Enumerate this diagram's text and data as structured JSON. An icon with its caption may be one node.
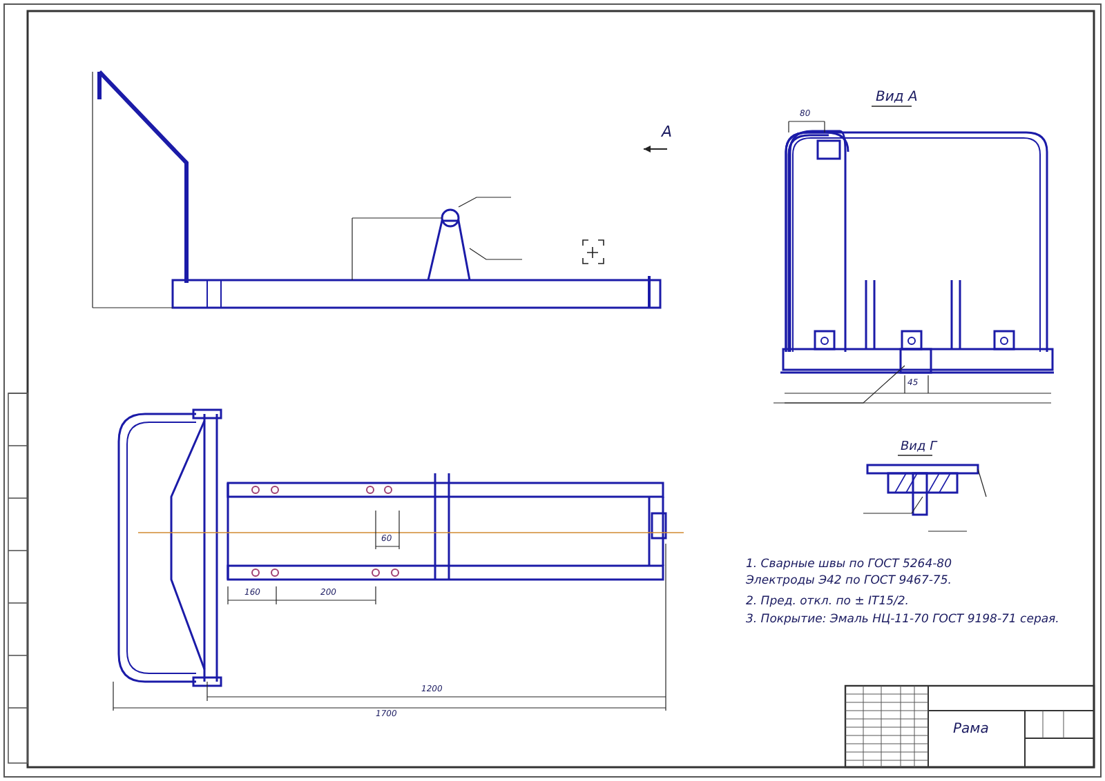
{
  "diagram": {
    "labels": [
      "А",
      "Вид А",
      "80",
      "45",
      "Вид Г",
      "160",
      "200",
      "60",
      "1200",
      "1700",
      "1. Сварные швы по ГОСТ 5264-80 Электроды Э42 по ГОСТ 9467-75.",
      "2. Пред. откл. по ± IT15/2.",
      "3. Покрытие: Эмаль НЦ-11-70 ГОСТ 9198-71 серая.",
      "Рама"
    ]
  }
}
